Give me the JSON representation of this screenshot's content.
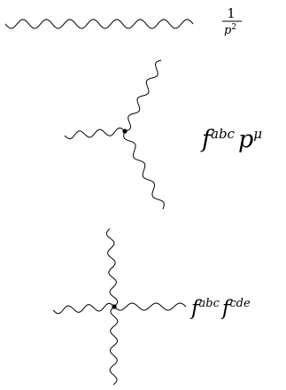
{
  "propagator": {
    "numerator": "1",
    "denominator_base": "p",
    "denominator_exp": "2"
  },
  "three_vertex": {
    "f": "f",
    "f_indices": "abc",
    "p": "p",
    "p_index": "μ"
  },
  "four_vertex": {
    "f1": "f",
    "f1_indices": "abc",
    "f2": "f",
    "f2_indices": "cde"
  }
}
